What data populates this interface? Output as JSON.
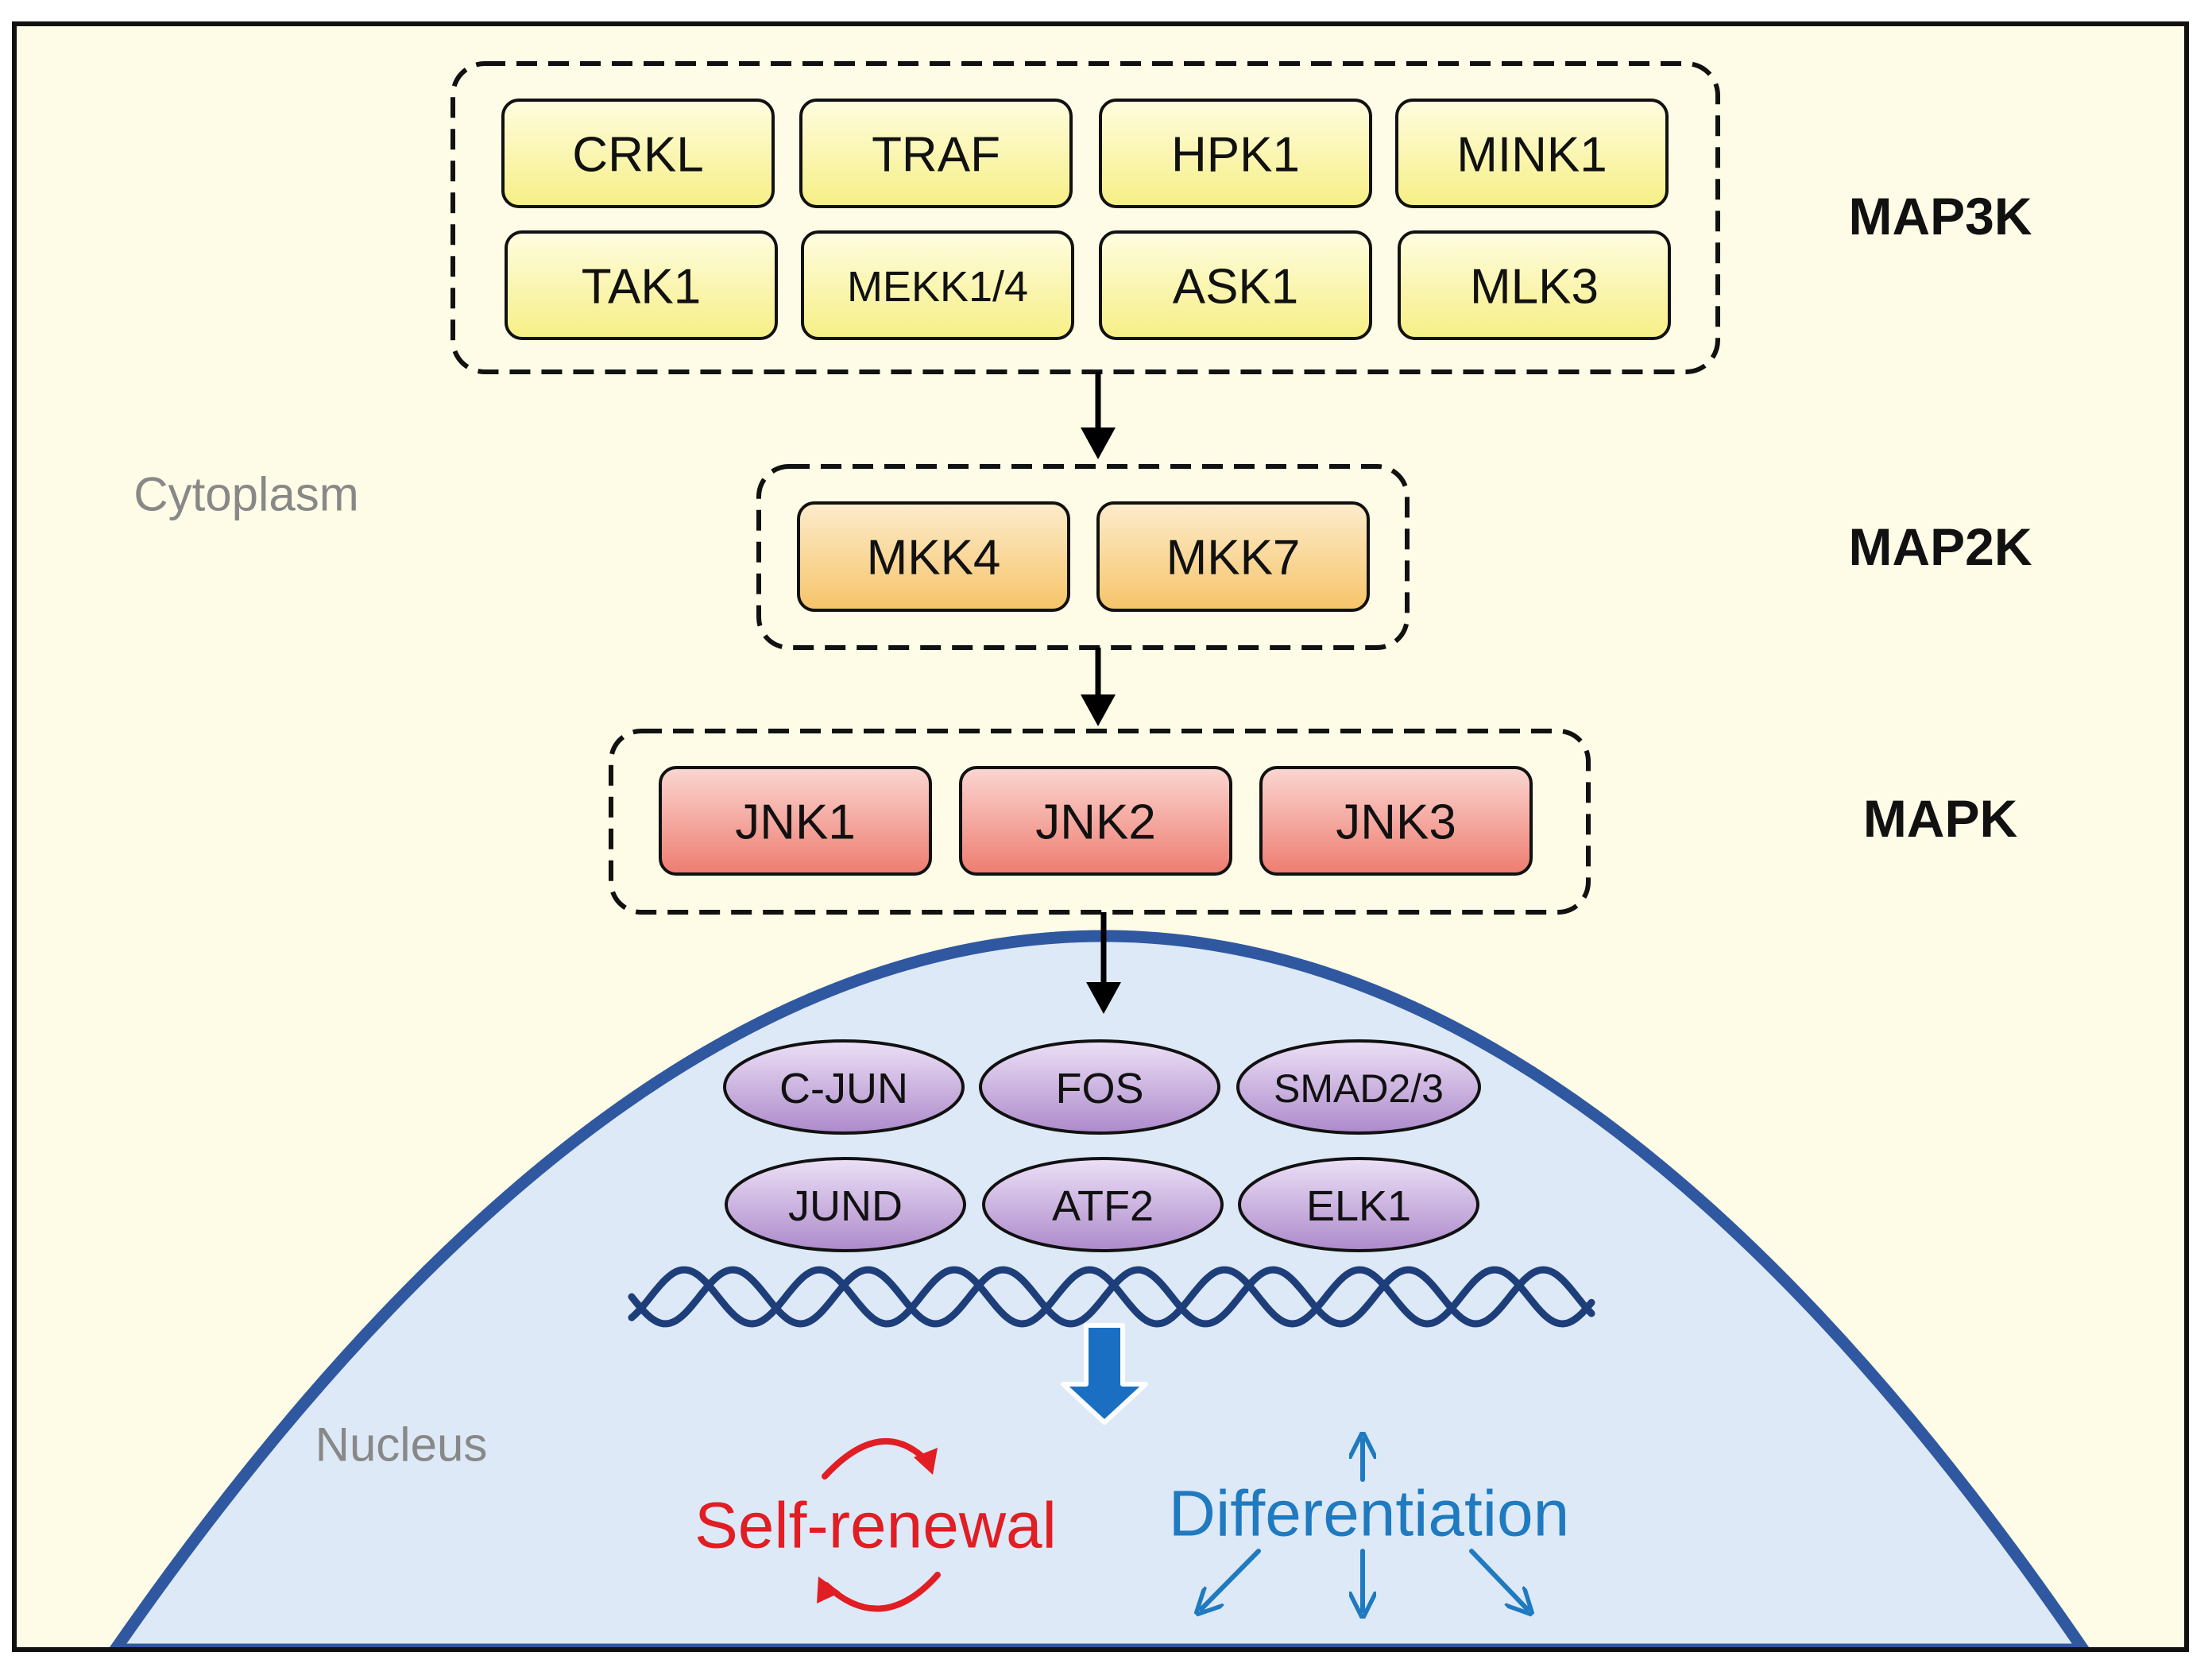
{
  "compartments": {
    "cytoplasm": "Cytoplasm",
    "nucleus": "Nucleus"
  },
  "tiers": {
    "map3k": {
      "label": "MAP3K",
      "items": [
        "CRKL",
        "TRAF",
        "HPK1",
        "MINK1",
        "TAK1",
        "MEKK1/4",
        "ASK1",
        "MLK3"
      ]
    },
    "map2k": {
      "label": "MAP2K",
      "items": [
        "MKK4",
        "MKK7"
      ]
    },
    "mapk": {
      "label": "MAPK",
      "items": [
        "JNK1",
        "JNK2",
        "JNK3"
      ]
    }
  },
  "transcription_factors": [
    "C-JUN",
    "FOS",
    "SMAD2/3",
    "JUND",
    "ATF2",
    "ELK1"
  ],
  "outcomes": {
    "self_renewal": "Self-renewal",
    "differentiation": "Differentiation"
  },
  "colors": {
    "cytoplasm_bg": "#fefce6",
    "nucleus_bg": "#dde9f6",
    "nucleus_border": "#2f58a0",
    "map3k_box": "#fbf7a6",
    "map2k_box": "#f9d58a",
    "mapk_box": "#f29a90",
    "tf_ellipse": "#c4a9dc",
    "dna": "#1e3e7a",
    "self_renewal": "#e01e24",
    "differentiation": "#1f7ac0",
    "outcome_arrow": "#1a6fc2"
  }
}
